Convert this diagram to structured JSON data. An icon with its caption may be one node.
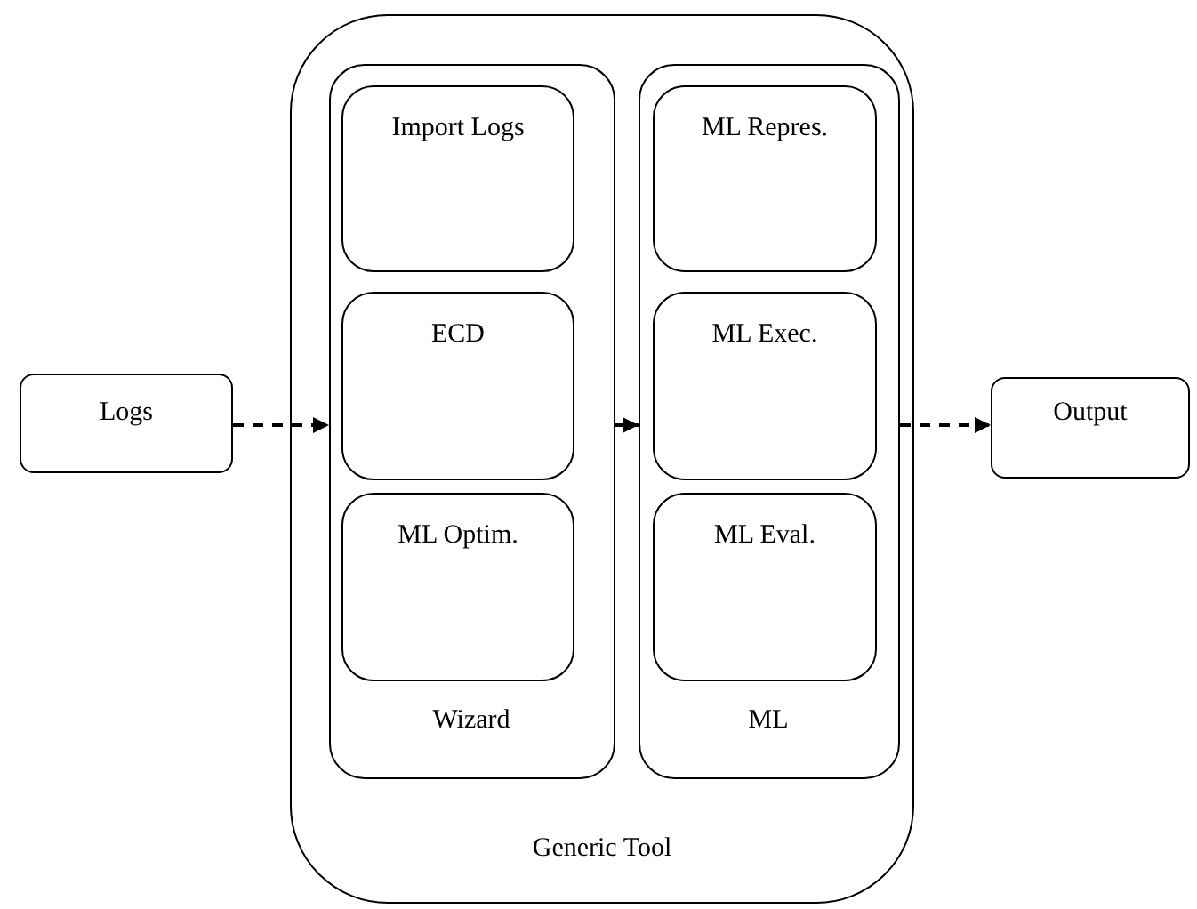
{
  "diagram": {
    "nodes": [
      {
        "text": [
          "Logs"
        ]
      },
      {
        "text": [
          "Generic Tool"
        ]
      },
      {
        "text": [
          "Wizard"
        ],
        "in": 1
      },
      {
        "text": [
          "Import Logs"
        ],
        "in": 2
      },
      {
        "text": [
          "ECD"
        ],
        "in": 2
      },
      {
        "text": [
          "ML Optim."
        ],
        "in": 2
      },
      {
        "text": [
          "ML"
        ],
        "in": 1
      },
      {
        "text": [
          "ML Repres."
        ],
        "in": 6
      },
      {
        "text": [
          "ML Exec."
        ],
        "in": 6
      },
      {
        "text": [
          "ML Eval."
        ],
        "in": 6
      },
      {
        "text": [
          "Output"
        ]
      }
    ],
    "edges": [
      {
        "from": 0,
        "to": 2,
        "arrow": "to",
        "style": "dashed"
      },
      {
        "from": 2,
        "to": 6,
        "arrow": "to"
      },
      {
        "from": 6,
        "to": 10,
        "arrow": "to",
        "style": "dashed"
      }
    ]
  }
}
